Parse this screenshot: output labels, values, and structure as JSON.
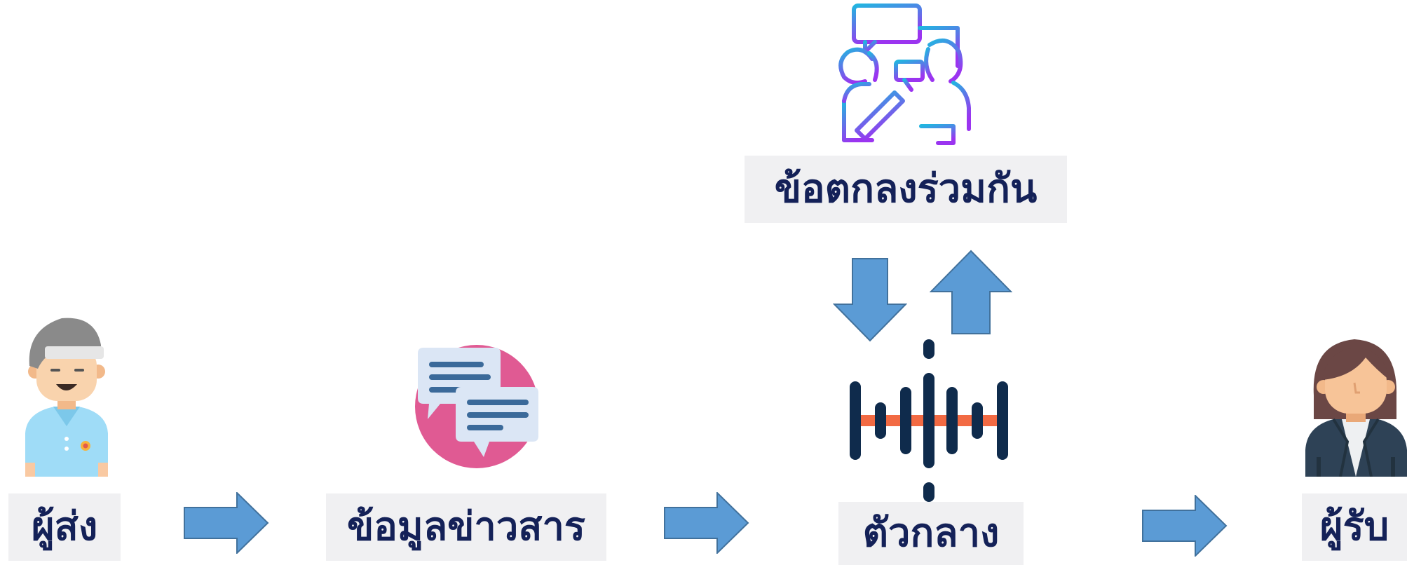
{
  "nodes": {
    "sender": {
      "label": "ผู้ส่ง",
      "icon": "man-sender-icon"
    },
    "message": {
      "label": "ข้อมูลข่าวสาร",
      "icon": "chat-bubbles-icon"
    },
    "channel": {
      "label": "ตัวกลาง",
      "icon": "sound-wave-icon"
    },
    "receiver": {
      "label": "ผู้รับ",
      "icon": "woman-receiver-icon"
    },
    "agreement": {
      "label": "ข้อตกลงร่วมกัน",
      "icon": "people-conversation-icon"
    }
  },
  "colors": {
    "label_text": "#142158",
    "label_bg": "#f0f0f2",
    "arrow_fill": "#5b9bd5",
    "arrow_stroke": "#41719c",
    "wave_bar": "#0f2b4c",
    "wave_line": "#f26a43",
    "chat_circle": "#e05a93",
    "chat_bubble": "#dbe6f5",
    "chat_lines": "#3b6a9a"
  }
}
